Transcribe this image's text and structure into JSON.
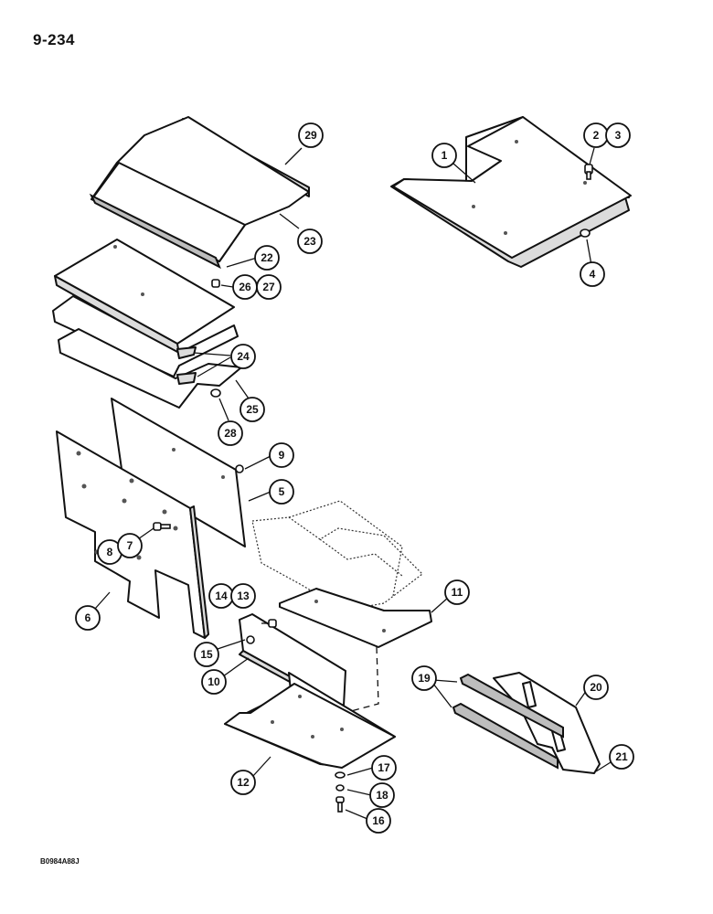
{
  "page_number": "9-234",
  "figure_code": "B0984A88J",
  "callouts": {
    "c1": "1",
    "c2": "2",
    "c3": "3",
    "c4": "4",
    "c5": "5",
    "c6": "6",
    "c7": "7",
    "c8": "8",
    "c9": "9",
    "c10": "10",
    "c11": "11",
    "c12": "12",
    "c13": "13",
    "c14": "14",
    "c15": "15",
    "c16": "16",
    "c17": "17",
    "c18": "18",
    "c19": "19",
    "c20": "20",
    "c21": "21",
    "c22": "22",
    "c23": "23",
    "c24": "24",
    "c25": "25",
    "c26": "26",
    "c27": "27",
    "c28": "28",
    "c29": "29"
  }
}
